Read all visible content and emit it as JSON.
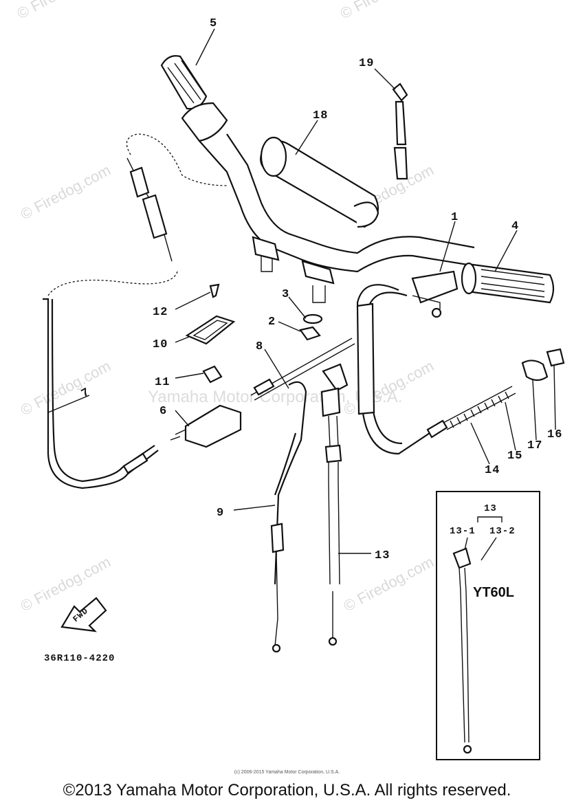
{
  "watermark_text": "© Firedog.com",
  "watermark_center": "Yamaha Motor Corporation, U.S.A.",
  "part_labels": [
    "1",
    "2",
    "3",
    "4",
    "5",
    "6",
    "7",
    "8",
    "9",
    "10",
    "11",
    "12",
    "13",
    "14",
    "15",
    "16",
    "17",
    "18",
    "19"
  ],
  "inset": {
    "model": "YT60L",
    "labels": [
      "13",
      "13-1",
      "13-2"
    ]
  },
  "fwd_label": "FWD",
  "diagram_code": "36R110-4220",
  "small_copyright": "(c) 2006-2015 Yamaha Motor Corporation, U.S.A.",
  "footer_copyright": "©2013 Yamaha Motor Corporation, U.S.A. All rights reserved."
}
